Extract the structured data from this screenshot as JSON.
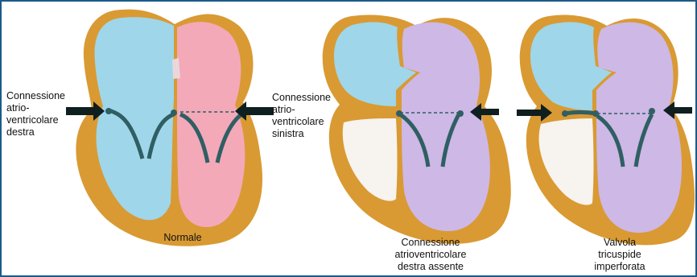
{
  "labels": {
    "left_connection": [
      "Connessione",
      "atrio-",
      "ventricolare",
      "destra"
    ],
    "right_connection": [
      "Connessione",
      "atrio-",
      "ventricolare",
      "sinistra"
    ]
  },
  "captions": {
    "normal": [
      "Normale"
    ],
    "absent": [
      "Connessione",
      "atrioventricolare",
      "destra assente"
    ],
    "imperforate": [
      "Valvola",
      "tricuspide",
      "imperforata"
    ]
  },
  "colors": {
    "border": "#1b5a8a",
    "heart_wall": "#d99a33",
    "right_chambers_blue": "#9fd6ea",
    "left_chambers_pink": "#f4a9b8",
    "left_chambers_lavender": "#cdb8e6",
    "hypoplastic_white": "#f7f3ef",
    "valve": "#2f5f63",
    "arrow": "#0f1f20"
  },
  "icons": [
    "arrow-right-icon",
    "arrow-left-icon"
  ]
}
